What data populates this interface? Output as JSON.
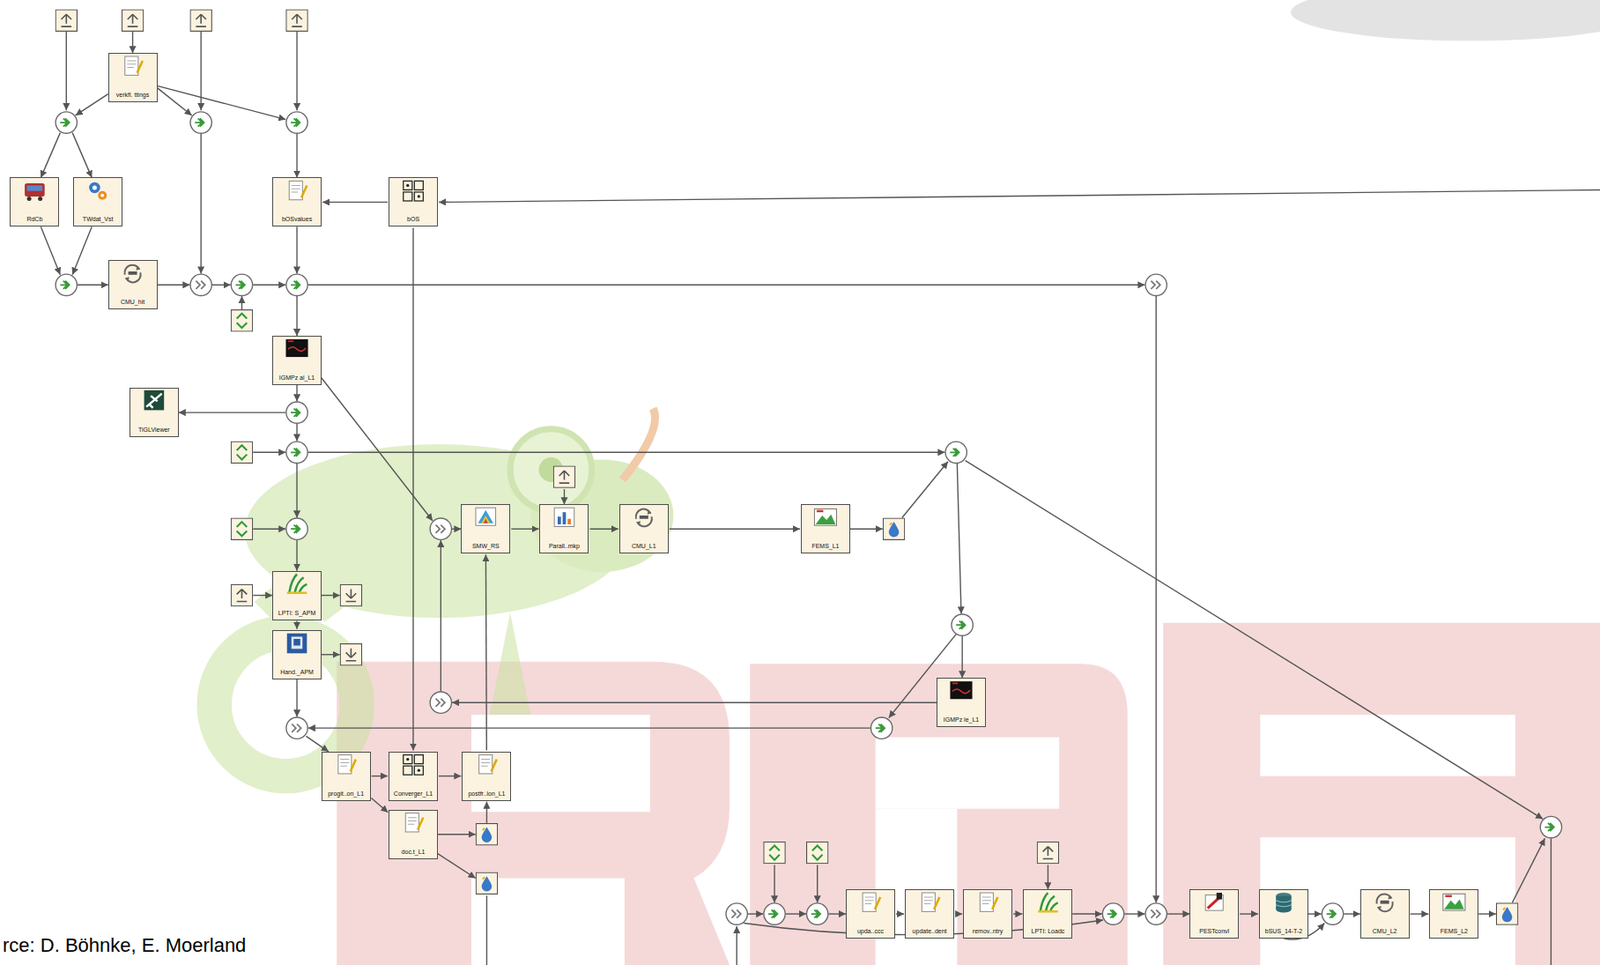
{
  "diagram": {
    "nodes": [
      {
        "text": [
          "verkfl. ttings"
        ]
      },
      {
        "text": [
          "RdCb"
        ]
      },
      {
        "text": [
          "TWdat_Vst"
        ]
      },
      {
        "text": [
          "CMU_hit"
        ]
      },
      {
        "text": [
          "bOSvalues"
        ]
      },
      {
        "text": [
          "bOS"
        ]
      },
      {
        "text": [
          "IGMPz al_L1"
        ]
      },
      {
        "text": [
          "TiGLViewer"
        ]
      },
      {
        "text": [
          "SMW_RS"
        ]
      },
      {
        "text": [
          "Parall..mkp"
        ]
      },
      {
        "text": [
          "CMU_L1"
        ]
      },
      {
        "text": [
          "FEMS_L1"
        ]
      },
      {
        "text": [
          "LPTI: S_APM"
        ]
      },
      {
        "text": [
          "Hand._APM"
        ]
      },
      {
        "text": [
          "IGMPz le_L1"
        ]
      },
      {
        "text": [
          "progit..on_L1"
        ]
      },
      {
        "text": [
          "Converger_L1"
        ]
      },
      {
        "text": [
          "postfr..lon_L1"
        ]
      },
      {
        "text": [
          "doc.t_L1"
        ]
      },
      {
        "text": [
          "upda..ccc"
        ]
      },
      {
        "text": [
          "update..dent"
        ]
      },
      {
        "text": [
          "remov..ntry"
        ]
      },
      {
        "text": [
          "LPTI: Loadc"
        ]
      },
      {
        "text": [
          "PESTconvl"
        ]
      },
      {
        "text": [
          "bSUS_14-T-2"
        ]
      },
      {
        "text": [
          "CMU_L2"
        ]
      },
      {
        "text": [
          "FEMS_L2"
        ]
      }
    ],
    "edges": [
      {
        "from": 5,
        "to": 4,
        "arrow": "to"
      },
      {
        "from": 8,
        "to": 9,
        "arrow": "to"
      },
      {
        "from": 9,
        "to": 10,
        "arrow": "to"
      },
      {
        "from": 10,
        "to": 11,
        "arrow": "to"
      },
      {
        "from": 12,
        "to": 13,
        "arrow": "to"
      },
      {
        "from": 15,
        "to": 16,
        "arrow": "to"
      },
      {
        "from": 16,
        "to": 17,
        "arrow": "to"
      },
      {
        "from": 15,
        "to": 18,
        "arrow": "to"
      },
      {
        "from": 5,
        "to": 16,
        "arrow": "to"
      },
      {
        "from": 17,
        "to": 8,
        "arrow": "to"
      },
      {
        "from": 19,
        "to": 20,
        "arrow": "to"
      },
      {
        "from": 20,
        "to": 21,
        "arrow": "to"
      },
      {
        "from": 21,
        "to": 22,
        "arrow": "to"
      },
      {
        "from": 23,
        "to": 24,
        "arrow": "to"
      },
      {
        "from": 25,
        "to": 26,
        "arrow": "to"
      }
    ],
    "labels": [
      "rce: D. Böhnke, E. Moerland"
    ]
  }
}
